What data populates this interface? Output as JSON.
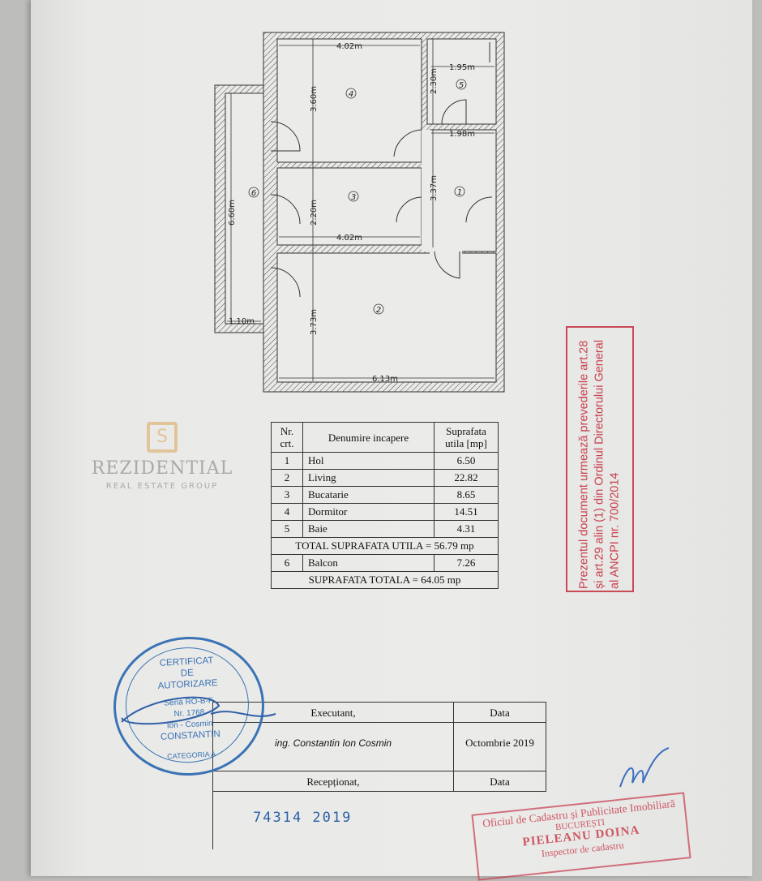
{
  "floor_plan": {
    "dimensions": {
      "room4_width": "4.02m",
      "room4_height": "3.60m",
      "room5_width": "1.95m",
      "room5_height": "2.30m",
      "hall_width": "1.98m",
      "hall_height": "3.37m",
      "room3_height": "2.20m",
      "room3_width": "4.02m",
      "balcony_length": "6.60m",
      "balcony_width": "1.10m",
      "room2_height": "3.73m",
      "room2_width": "6.13m"
    },
    "room_numbers": [
      "1",
      "2",
      "3",
      "4",
      "5",
      "6"
    ]
  },
  "area_table": {
    "headers": [
      "Nr. crt.",
      "Denumire incapere",
      "Suprafata utila [mp]"
    ],
    "rows": [
      {
        "nr": "1",
        "name": "Hol",
        "area": "6.50"
      },
      {
        "nr": "2",
        "name": "Living",
        "area": "22.82"
      },
      {
        "nr": "3",
        "name": "Bucatarie",
        "area": "8.65"
      },
      {
        "nr": "4",
        "name": "Dormitor",
        "area": "14.51"
      },
      {
        "nr": "5",
        "name": "Baie",
        "area": "4.31"
      }
    ],
    "total_utila": "TOTAL SUPRAFATA UTILA = 56.79 mp",
    "balcony_row": {
      "nr": "6",
      "name": "Balcon",
      "area": "7.26"
    },
    "total": "SUPRAFATA TOTALA = 64.05 mp"
  },
  "watermark": {
    "name": "REZIDENTIAL",
    "subtitle": "REAL ESTATE GROUP",
    "logo_letter": "S"
  },
  "red_note": "Prezentul document urmează prevederile art.28 și art.29 alin (1) din Ordinul Directorului General al ANCPI nr. 700/2014",
  "signature_table": {
    "executant_label": "Executant,",
    "data_label_1": "Data",
    "executant_name": "ing. Constantin Ion Cosmin",
    "executant_date": "Octombrie 2019",
    "receptionat_label": "Recepționat,",
    "data_label_2": "Data",
    "registration_number": "74314 2019"
  },
  "blue_stamp": {
    "lines": [
      "CERTIFICAT",
      "DE",
      "AUTORIZARE",
      "Seria RO-B-F",
      "Nr. 1768",
      "Ion - Cosmin",
      "CONSTANTIN",
      "CATEGORIA A"
    ]
  },
  "red_stamp": {
    "office": "Oficiul de Cadastru și Publicitate Imobiliară",
    "city": "BUCUREȘTI",
    "name": "PIELEANU DOINA",
    "role": "Inspector de cadastru"
  },
  "colors": {
    "paper": "#ebebe9",
    "stamp_blue": "#3a73b5",
    "stamp_red": "#c8404d"
  }
}
